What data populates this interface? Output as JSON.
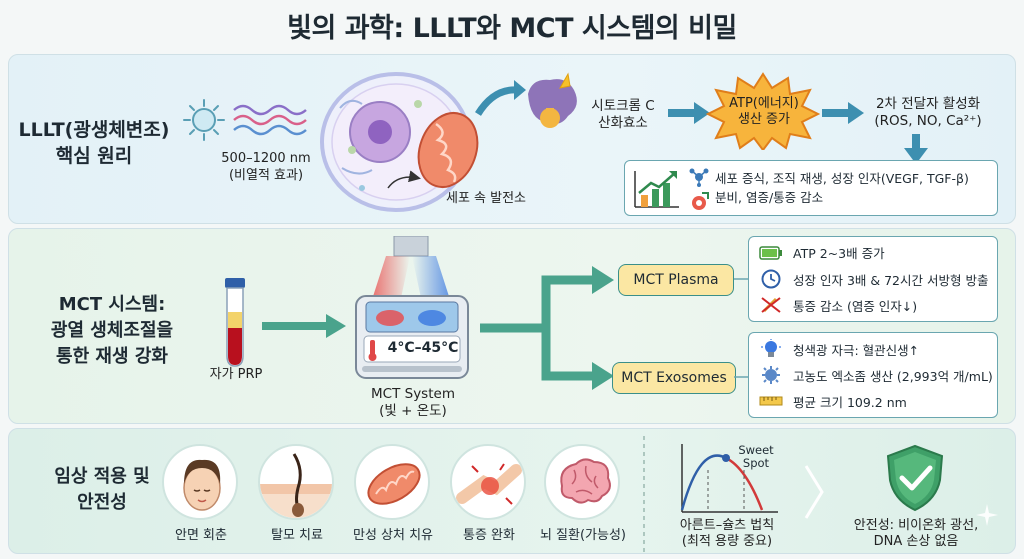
{
  "title": "빛의 과학: LLLT와 MCT 시스템의 비밀",
  "lllt": {
    "heading": [
      "LLLT(광생체변조)",
      "핵심 원리"
    ],
    "wavelength": [
      "500–1200 nm",
      "(비열적 효과)"
    ],
    "mito_label": "세포 속 발전소",
    "cytochrome": [
      "시토크롬 C",
      "산화효소"
    ],
    "atp": [
      "ATP(에너지)",
      "생산 증가"
    ],
    "messenger": [
      "2차 전달자 활성화",
      "(ROS, NO, Ca²⁺)"
    ],
    "effects": [
      "세포 증식, 조직 재생, 성장 인자(VEGF, TGF-β)",
      "분비, 염증/통증 감소"
    ]
  },
  "mct": {
    "heading": [
      "MCT 시스템:",
      "광열 생체조절을",
      "통한 재생 강화"
    ],
    "prp_label": "자가 PRP",
    "device_temp": "4°C–45°C",
    "device_label": [
      "MCT System",
      "(빛 + 온도)"
    ],
    "plasma": {
      "label": "MCT Plasma",
      "items": [
        "ATP 2~3배 증가",
        "성장 인자 3배 & 72시간 서방형 방출",
        "통증 감소 (염증 인자↓)"
      ],
      "icons": [
        "battery-icon",
        "clock-icon",
        "no-pain-icon"
      ]
    },
    "exosomes": {
      "label": "MCT Exosomes",
      "items": [
        "청색광 자극: 혈관신생↑",
        "고농도 엑소좀 생산 (2,993억 개/mL)",
        "평균 크기 109.2 nm"
      ],
      "icons": [
        "lightbulb-icon",
        "virus-icon",
        "ruler-icon"
      ]
    }
  },
  "clinical": {
    "heading": [
      "임상 적용 및",
      "안전성"
    ],
    "items": [
      {
        "label": "안면 회춘",
        "icon": "face-icon"
      },
      {
        "label": "탈모 치료",
        "icon": "hair-follicle-icon"
      },
      {
        "label": "만성 상처 치유",
        "icon": "mitochondria-icon"
      },
      {
        "label": "통증 완화",
        "icon": "joint-pain-icon"
      },
      {
        "label": "뇌 질환(가능성)",
        "icon": "brain-icon"
      }
    ],
    "sweet_spot": [
      "Sweet",
      "Spot"
    ],
    "law": [
      "아른트–슐츠 법칙",
      "(최적 용량 중요)"
    ],
    "safety": [
      "안전성: 비이온화 광선,",
      "DNA 손상 없음"
    ]
  },
  "colors": {
    "accent_teal": "#3a8f8a",
    "pill_yellow": "#fbe7a3",
    "atp_orange": "#f7b43c",
    "cell_purple": "#9a7fc4"
  }
}
